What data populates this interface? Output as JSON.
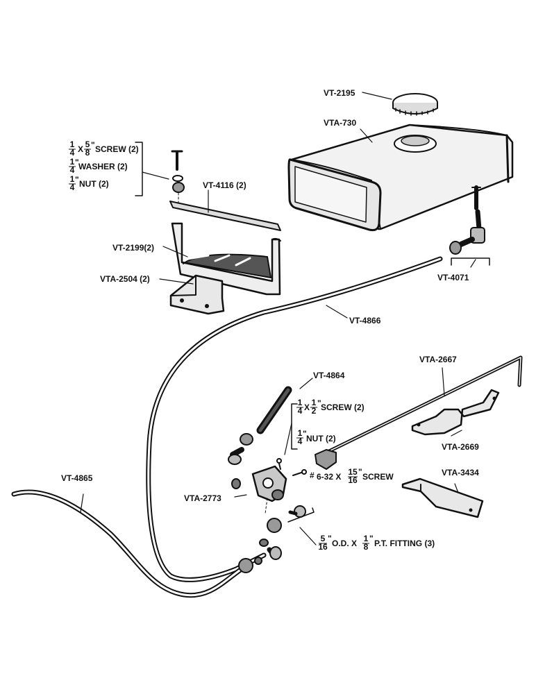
{
  "labels": {
    "vt_2195": "VT-2195",
    "vta_730": "VTA-730",
    "screw_qty": "SCREW (2)",
    "washer_qty": "WASHER (2)",
    "nut_qty": "NUT (2)",
    "vt_4116": "VT-4116 (2)",
    "vt_2199": "VT-2199(2)",
    "vta_2504": "VTA-2504 (2)",
    "vt_4071": "VT-4071",
    "vt_4866": "VT-4866",
    "vta_2667": "VTA-2667",
    "vt_4864": "VT-4864",
    "screw2_qty": "SCREW (2)",
    "nut2_qty": "NUT (2)",
    "vta_2669": "VTA-2669",
    "vt_4865": "VT-4865",
    "screw_632_a": "6-32 X",
    "screw_632_b": "SCREW",
    "vta_3434": "VTA-3434",
    "vta_2773": "VTA-2773",
    "fitting_a": "O.D. X",
    "fitting_b": "P.T. FITTING (3)"
  },
  "fractions": {
    "quarter": {
      "num": "1",
      "den": "4"
    },
    "five_eighths": {
      "num": "5",
      "den": "8"
    },
    "half": {
      "num": "1",
      "den": "2"
    },
    "fifteen_sixteenths": {
      "num": "15",
      "den": "16"
    },
    "five_sixteenths": {
      "num": "5",
      "den": "16"
    },
    "eighth": {
      "num": "1",
      "den": "8"
    }
  },
  "marks": {
    "inch": "\"",
    "times": "X",
    "hash": "#"
  }
}
